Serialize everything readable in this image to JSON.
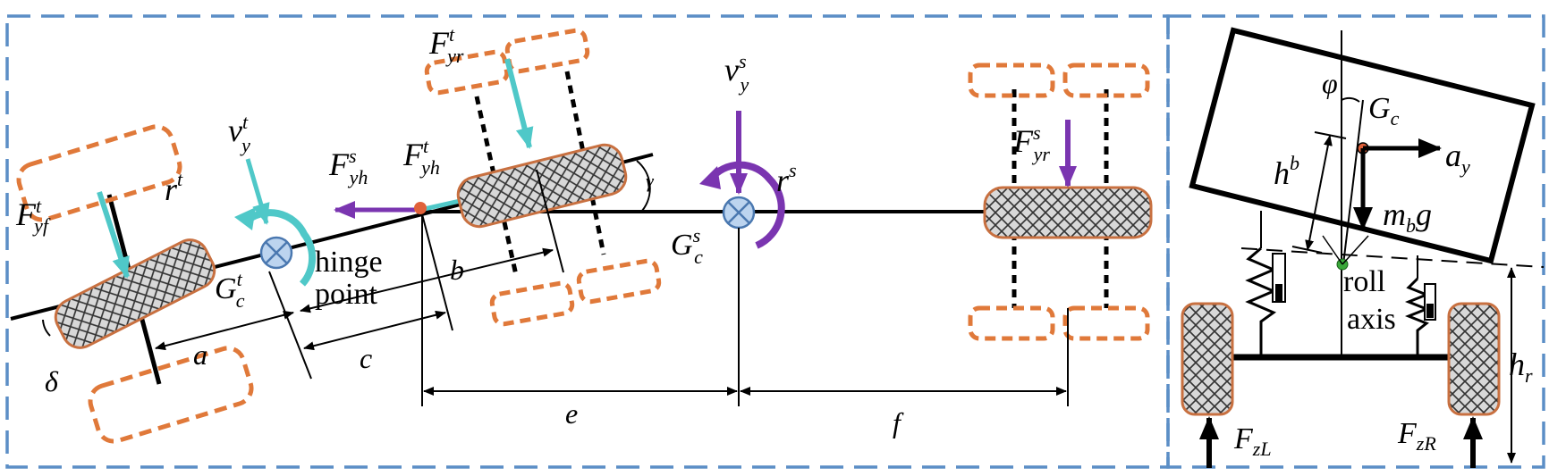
{
  "colors": {
    "frame": "#5b8ec6",
    "tire_outline": "#e0793a",
    "force_cyan": "#4fc8c8",
    "force_purple": "#7a35b0",
    "cog_marker": "#e0613a",
    "roll_center": "#3aa83a",
    "axis_black": "#000000"
  },
  "left_panel": {
    "labels": {
      "F_yf_t": {
        "main": "F",
        "sub": "yf",
        "sup": "t"
      },
      "r_t": {
        "main": "r",
        "sup": "t"
      },
      "v_y_t": {
        "main": "v",
        "sub": "y",
        "sup": "t"
      },
      "G_c_t": {
        "main": "G",
        "sub": "c",
        "sup": "t"
      },
      "F_yh_s": {
        "main": "F",
        "sub": "yh",
        "sup": "s"
      },
      "F_yh_t": {
        "main": "F",
        "sub": "yh",
        "sup": "t"
      },
      "F_yr_t": {
        "main": "F",
        "sub": "yr",
        "sup": "t"
      },
      "v_y_s": {
        "main": "v",
        "sub": "y",
        "sup": "s"
      },
      "r_s": {
        "main": "r",
        "sup": "s"
      },
      "G_c_s": {
        "main": "G",
        "sub": "c",
        "sup": "s"
      },
      "F_yr_s": {
        "main": "F",
        "sub": "yr",
        "sup": "s"
      },
      "gamma": "γ",
      "delta": "δ",
      "hinge_line1": "hinge",
      "hinge_line2": "point",
      "dim_a": "a",
      "dim_b": "b",
      "dim_c": "c",
      "dim_e": "e",
      "dim_f": "f"
    }
  },
  "right_panel": {
    "labels": {
      "phi": "φ",
      "G_c": {
        "main": "G",
        "sub": "c"
      },
      "a_y": {
        "main": "a",
        "sub": "y"
      },
      "h_b": {
        "main": "h",
        "sup": "b"
      },
      "m_b_g": {
        "main": "m",
        "sub": "b",
        "tail": "g"
      },
      "roll_line1": "roll",
      "roll_line2": "axis",
      "h_r": {
        "main": "h",
        "sub": "r"
      },
      "F_zL": {
        "main": "F",
        "sub": "zL"
      },
      "F_zR": {
        "main": "F",
        "sub": "zR"
      }
    }
  }
}
